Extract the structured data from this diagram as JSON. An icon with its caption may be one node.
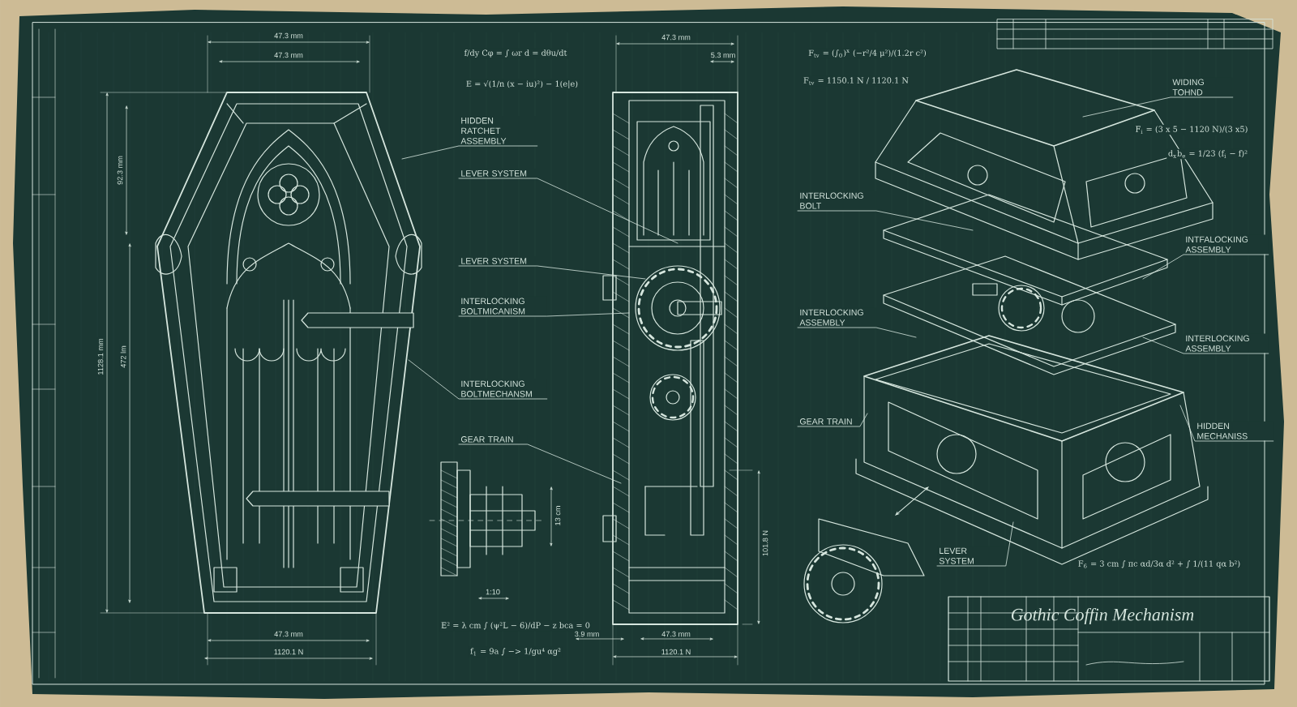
{
  "diagram": {
    "nodes": [
      {
        "text": [
          "HIDDEN RATCHET ASSEMBLY"
        ]
      },
      {
        "text": [
          "LEVER SYSTEM"
        ]
      },
      {
        "text": [
          "LEVER SYSTEM"
        ]
      },
      {
        "text": [
          "INTERLOCKING BOLTMICANISM"
        ]
      },
      {
        "text": [
          "INTERLOCKING BOLTMECHANSM"
        ]
      },
      {
        "text": [
          "GEAR TRAIN"
        ]
      },
      {
        "text": [
          "WIDING TOHND"
        ]
      },
      {
        "text": [
          "INTERLOCKING BOLT"
        ]
      },
      {
        "text": [
          "INTFALOCKING ASSEMBLY"
        ]
      },
      {
        "text": [
          "INTERLOCKING ASSEMBLY"
        ]
      },
      {
        "text": [
          "INTERLOCKING ASSEMBLY"
        ]
      },
      {
        "text": [
          "GEAR TRAIN"
        ]
      },
      {
        "text": [
          "HIDDEN MECHANISS"
        ]
      },
      {
        "text": [
          "LEVER SYSTEM"
        ]
      }
    ],
    "edges": [
      {
        "from": 0,
        "to": null,
        "arrow": "none"
      },
      {
        "from": 1,
        "to": null,
        "arrow": "none"
      },
      {
        "from": 2,
        "to": null,
        "arrow": "none"
      },
      {
        "from": 3,
        "to": null,
        "arrow": "none"
      },
      {
        "from": 4,
        "to": null,
        "arrow": "none"
      },
      {
        "from": 5,
        "to": null,
        "arrow": "none"
      },
      {
        "from": 6,
        "to": null,
        "arrow": "none"
      },
      {
        "from": 7,
        "to": null,
        "arrow": "none"
      },
      {
        "from": 8,
        "to": null,
        "arrow": "none"
      },
      {
        "from": 9,
        "to": null,
        "arrow": "none"
      },
      {
        "from": 10,
        "to": null,
        "arrow": "none"
      },
      {
        "from": 11,
        "to": null,
        "arrow": "none"
      },
      {
        "from": 12,
        "to": null,
        "arrow": "none"
      },
      {
        "from": 13,
        "to": null,
        "arrow": "none"
      }
    ],
    "labels": [
      "47.3 mm",
      "47.3 mm",
      "92.3 mm",
      "1128.1 mm",
      "472 lm",
      "47.3 mm",
      "1120.1 N",
      "f/dy Cφ = ∫ ωr d = dθu/dt",
      "E = √(1/n (x − iu)²) − 1(e|e)",
      "47.3 mm",
      "5.3 mm",
      "13 cm",
      "1:10",
      "E² = λ cm ∫ (ψ²L − 6)/dP − z bca = 0",
      "f$_{1}$ = 9a ∫ −> 1/gu⁴ αg²",
      "3.9 mm",
      "47.3 mm",
      "1120.1 N",
      "101.8 N",
      "F$_{tv}$ = (∫$_{0}$)$^{x}$ (−r²/4 μ²)/(1.2r c²)",
      "F$_{tv}$ = 1150.1 N / 1120.1 N",
      "F$_{i}$ = (3 x 5 − 1120 N)/(3 x5)",
      "d$_{x}$b$_{e}$ = 1/23 (f$_{i}$ − f)²",
      "F$_{6}$ = 3 cm ∫ πc αd/3α d² + ∫ 1/(11 qα b²)",
      "Gothic Coffin Mechanism"
    ]
  }
}
